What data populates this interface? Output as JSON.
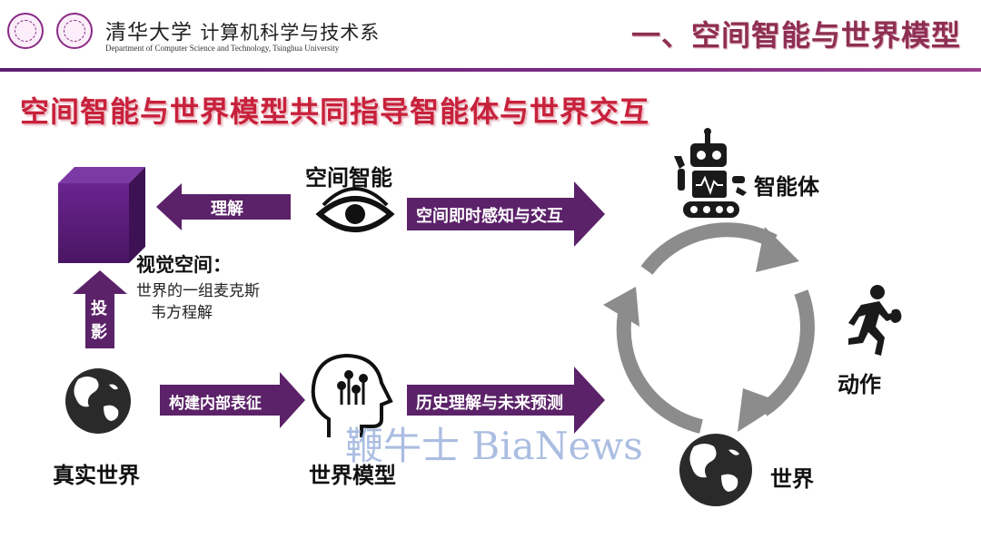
{
  "header": {
    "university": "清华大学",
    "department": "计算机科学与技术系",
    "department_en": "Department of Computer Science and Technology, Tsinghua University",
    "section_title": "一、空间智能与世界模型"
  },
  "slide": {
    "title": "空间智能与世界模型共同指导智能体与世界交互"
  },
  "diagram": {
    "nodes": {
      "spatial_intelligence": "空间智能",
      "visual_space_title": "视觉空间：",
      "visual_space_desc_1": "世界的一组麦克斯",
      "visual_space_desc_2": "韦方程解",
      "real_world": "真实世界",
      "world_model": "世界模型",
      "agent": "智能体",
      "action": "动作",
      "world": "世界"
    },
    "arrows": {
      "understand": "理解",
      "realtime": "空间即时感知与交互",
      "projection_1": "投",
      "projection_2": "影",
      "build": "构建内部表征",
      "history": "历史理解与未来预测"
    },
    "colors": {
      "arrow": "#5b2269",
      "cube_front": "#5a1d7a",
      "cycle": "#8c8c8c"
    }
  },
  "watermark": "鞭牛士 BiaNews"
}
